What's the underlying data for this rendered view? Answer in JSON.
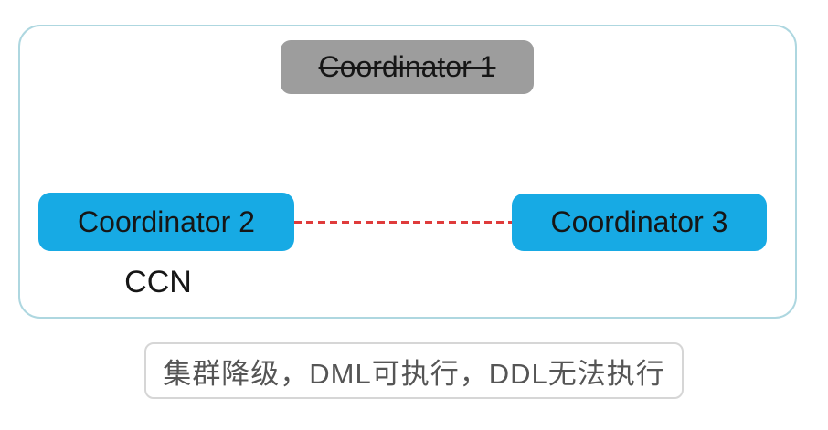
{
  "colors": {
    "node-blue": "#17aae4",
    "node-gray": "#9d9d9d",
    "link-red": "#df3b3b",
    "panel-border": "#aed7e0",
    "caption-border": "#d6d6d6",
    "node-text": "#161616",
    "caption-text": "#555555"
  },
  "diagram": {
    "nodes": [
      {
        "label": "Coordinator 1",
        "status": "down-struck-through"
      },
      {
        "label": "Coordinator 2",
        "status": "up",
        "sublabel": "CCN"
      },
      {
        "label": "Coordinator 3",
        "status": "up"
      }
    ],
    "link": {
      "from": "Coordinator 2",
      "to": "Coordinator 3",
      "style": "red-dashed"
    }
  },
  "caption": {
    "text": "集群降级，DML可执行，DDL无法执行"
  }
}
